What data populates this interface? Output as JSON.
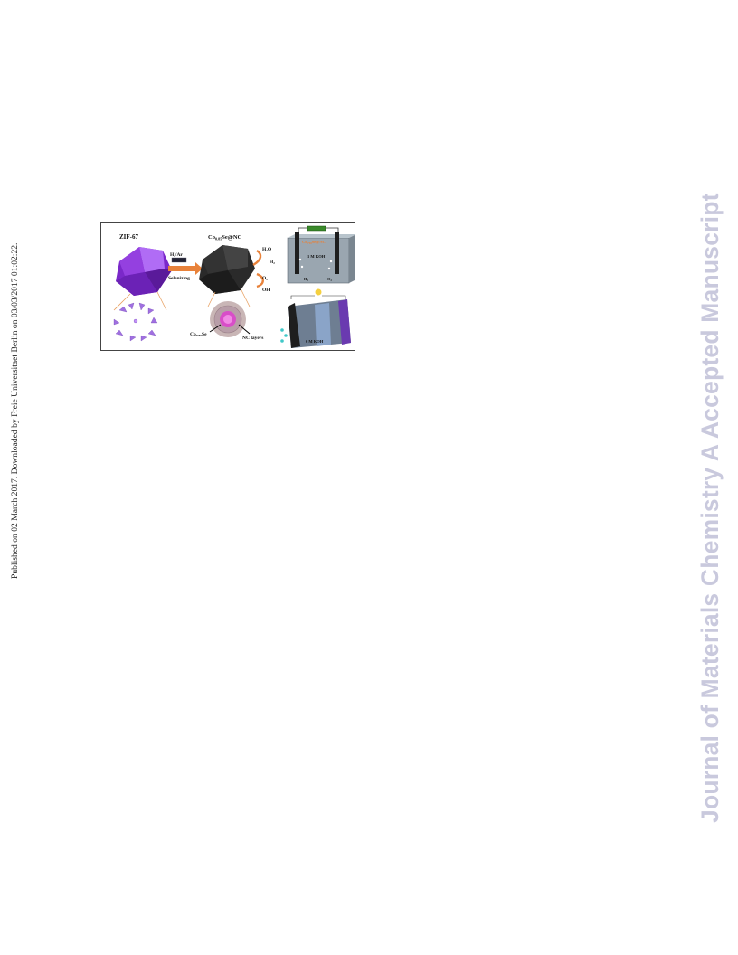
{
  "side_note": "Published on 02 March 2017. Downloaded by Freie Universitaet Berlin on 03/03/2017 01:02:22.",
  "watermark": "Journal of Materials Chemistry A Accepted Manuscript",
  "figure": {
    "label_zif": "ZIF-67",
    "label_gas": "H₂/Ar",
    "label_process": "Selenizing",
    "label_product_main": "Co",
    "label_product_sub": "0.85",
    "label_product_rest": "Se@NC",
    "label_h2o": "H₂O",
    "label_h2": "H₂",
    "label_o2": "O₂",
    "label_oh": "OH",
    "label_core": "Co₀.₈₅Se",
    "label_shell": "NC layers",
    "label_electrolyte_1": "1 M KOH",
    "label_electrolyte_2": "6 M KOH",
    "label_h2_cell": "H₂",
    "label_o2_cell": "O₂",
    "label_electrode_top": "Co₀.₈₅Se@NC"
  },
  "colors": {
    "zif": "#8a2be2",
    "arrow": "#e8823a",
    "watermark": "#c9c9dd"
  }
}
